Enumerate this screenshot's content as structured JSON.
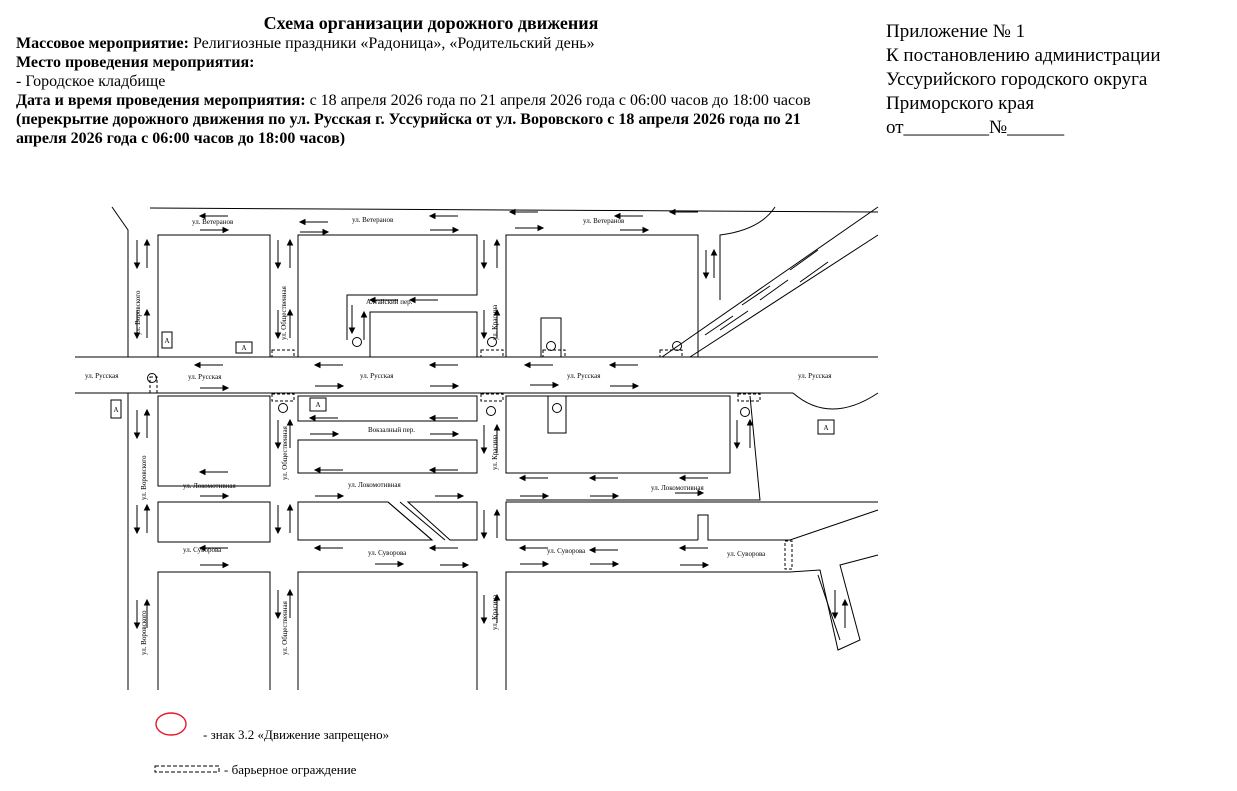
{
  "header": {
    "title": "Схема организации дорожного движения",
    "event_label": "Массовое мероприятие:",
    "event_value": " Религиозные праздники «Радоница», «Родительский день»",
    "place_label": "Место проведения мероприятия:",
    "place_value": "- Городское кладбище",
    "datetime_label": "Дата и время проведения мероприятия:",
    "datetime_value": " с 18 апреля 2026 года по 21 апреля 2026 года с 06:00 часов до 18:00 часов",
    "closure_note": "(перекрытие дорожного движения по ул. Русская г. Уссурийска от ул. Воровского с 18 апреля 2026 года по 21 апреля 2026 года с 06:00 часов до 18:00 часов)"
  },
  "annex": {
    "line1": "Приложение № 1",
    "line2": "К постановлению администрации",
    "line3": "Уссурийского городского округа",
    "line4": "Приморского края",
    "line5": "от_________№______"
  },
  "map": {
    "streets": {
      "veteranov": "ул. Ветеранов",
      "russkaya": "ул. Русская",
      "lokomotivnaya": "ул. Локомотивная",
      "suvorova": "ул. Суворова",
      "vorovskogo": "ул. Воровского",
      "obshchestvennaya": "ул. Общественная",
      "krasina": "ул. Красина",
      "altaisky": "Алтайский пер.",
      "vokzalny": "Вокзалный пер."
    },
    "bus_stop_letter": "А"
  },
  "legend": {
    "sign_text": "- знак 3.2 «Движение запрещено»",
    "barrier_text": "- барьерное ограждение",
    "colors": {
      "sign": "#e8182c",
      "lines": "#000000"
    }
  }
}
